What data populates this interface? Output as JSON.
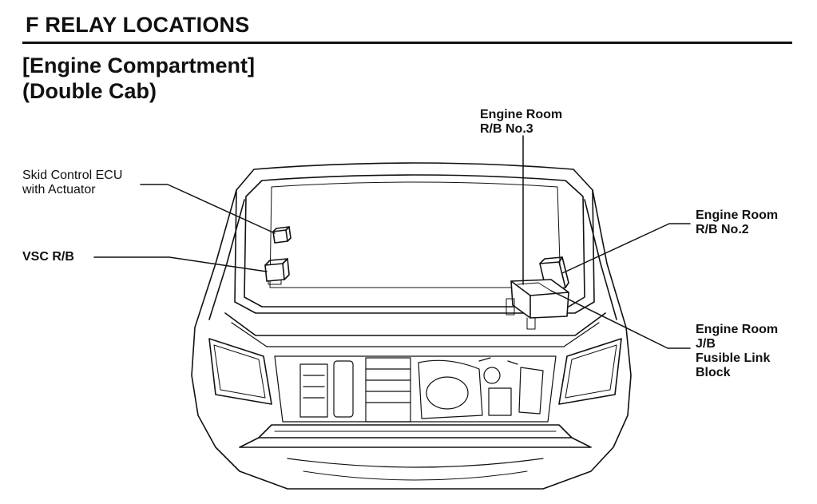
{
  "header": {
    "section_title": "F  RELAY LOCATIONS",
    "subtitle_line1": "[Engine Compartment]",
    "subtitle_line2": "(Double Cab)"
  },
  "callouts": {
    "skid_control_line1": "Skid Control ECU",
    "skid_control_line2": "with Actuator",
    "vsc_rb": "VSC R/B",
    "er_rb3_line1": "Engine Room",
    "er_rb3_line2": "R/B No.3",
    "er_rb2_line1": "Engine Room",
    "er_rb2_line2": "R/B No.2",
    "er_jb_line1": "Engine Room",
    "er_jb_line2": "J/B",
    "er_jb_line3": "Fusible Link",
    "er_jb_line4": "Block"
  }
}
